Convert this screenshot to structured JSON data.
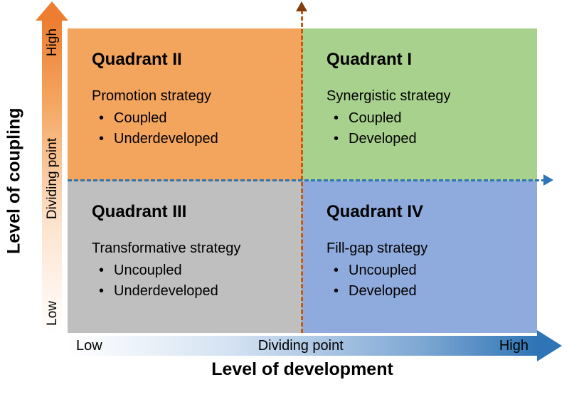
{
  "axes": {
    "y": {
      "title": "Level of coupling",
      "ticks": [
        "High",
        "Dividing point",
        "Low"
      ]
    },
    "x": {
      "title": "Level of development",
      "ticks": [
        "Low",
        "Dividing point",
        "High"
      ]
    }
  },
  "quadrants": [
    {
      "title": "Quadrant II",
      "strategy": "Promotion strategy",
      "bullets": [
        "Coupled",
        "Underdeveloped"
      ],
      "color": "#F3A45D"
    },
    {
      "title": "Quadrant I",
      "strategy": "Synergistic strategy",
      "bullets": [
        "Coupled",
        "Developed"
      ],
      "color": "#A9D18E"
    },
    {
      "title": "Quadrant III",
      "strategy": "Transformative strategy",
      "bullets": [
        "Uncoupled",
        "Underdeveloped"
      ],
      "color": "#BFBFBF"
    },
    {
      "title": "Quadrant IV",
      "strategy": "Fill-gap strategy",
      "bullets": [
        "Uncoupled",
        "Developed"
      ],
      "color": "#8FAADC"
    }
  ],
  "colors": {
    "y_arrow": "#ED7D31",
    "x_arrow": "#2E75B6",
    "vertical_divider": "#C55A11",
    "vertical_divider_arrow": "#843C0C",
    "horizontal_divider": "#2E75B6",
    "text": "#000000"
  }
}
